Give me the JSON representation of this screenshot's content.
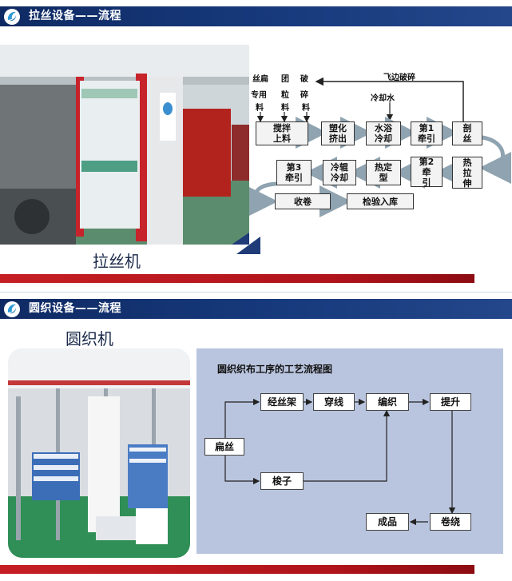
{
  "slide1": {
    "header_title": "拉丝设备——流程",
    "caption": "拉丝机",
    "flow": {
      "top_inputs": [
        "丝扁",
        "团",
        "破"
      ],
      "top_inputs_row2": [
        "专用",
        "粒",
        "碎"
      ],
      "top_inputs_row3": [
        "料",
        "料",
        "料"
      ],
      "recycle_label": "飞边破碎",
      "cooling_water": "冷却水",
      "row1": [
        "搅拌\n上料",
        "塑化\n挤出",
        "水浴\n冷却",
        "第1\n牵引",
        "剖\n丝"
      ],
      "row2": [
        "第3\n牵引",
        "冷辊\n冷却",
        "热定\n型",
        "第2\n牵\n引",
        "热\n拉\n伸"
      ],
      "row3": [
        "收卷",
        "检验入库"
      ]
    }
  },
  "slide2": {
    "header_title": "圆织设备——流程",
    "caption": "圆织机",
    "flow": {
      "title": "圆织织布工序的工艺流程图",
      "nodes": {
        "flat_yarn": "扁丝",
        "warp_frame": "经丝架",
        "threading": "穿线",
        "weaving": "编织",
        "lifting": "提升",
        "shuttle": "梭子",
        "winding": "卷绕",
        "finished": "成品"
      }
    }
  },
  "colors": {
    "header": "#173a7d",
    "accent_red": "#c51f24",
    "flow_bg": "#b9c5de"
  }
}
